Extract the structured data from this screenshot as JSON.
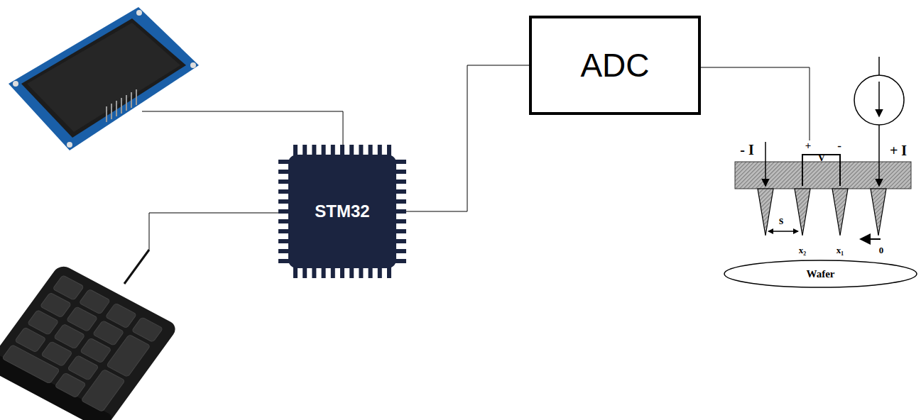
{
  "diagram": {
    "nodes": [
      {
        "text": [
          "STM32"
        ]
      },
      {
        "text": [
          "ADC"
        ]
      },
      {
        "text": [
          "Wafer"
        ]
      }
    ],
    "edges": [
      {
        "from": 0,
        "to": 1,
        "arrow": "none"
      }
    ],
    "labels": [
      "- I",
      "+",
      "V",
      "-",
      "+ I",
      "s",
      "x₂",
      "x₁",
      "0"
    ]
  }
}
